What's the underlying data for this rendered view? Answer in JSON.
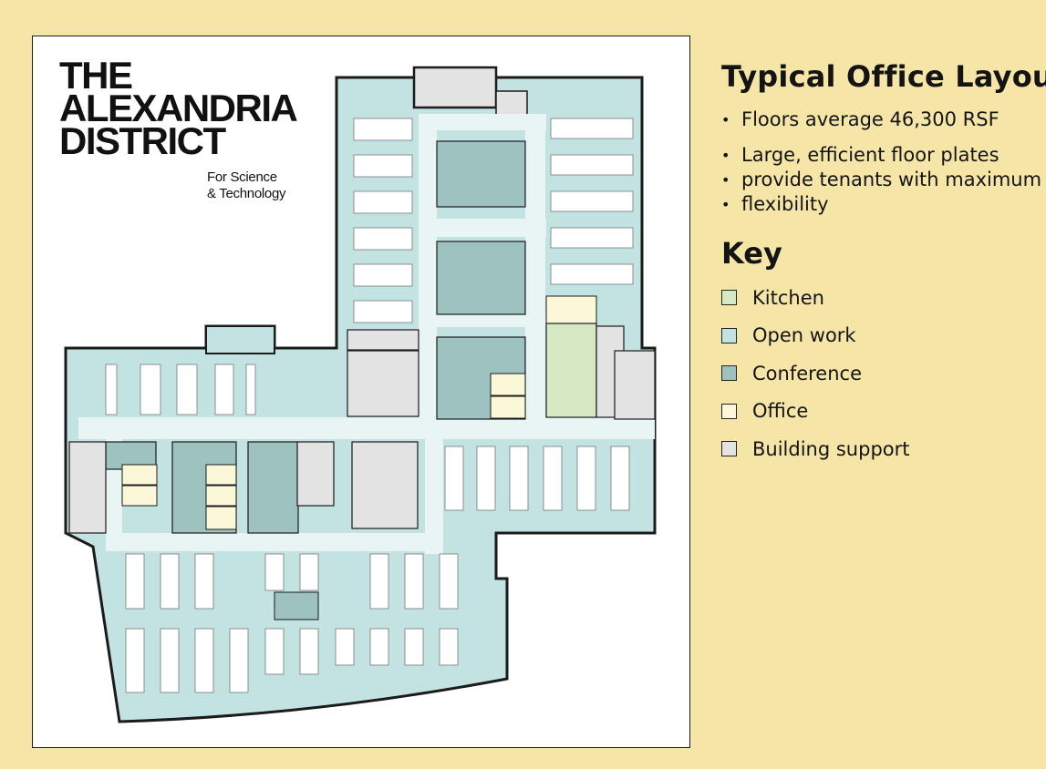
{
  "logo": {
    "line1": "THE",
    "line2": "ALEXANDRIA",
    "line3": "DISTRICT",
    "tagline1": "For Science",
    "tagline2": "& Technology"
  },
  "info": {
    "title": "Typical Office Layout",
    "bullets": [
      {
        "text": "Floors average 46,300 RSF"
      },
      {
        "text": "Large, efficient floor plates"
      },
      {
        "text": "provide tenants with maximum"
      },
      {
        "text": "flexibility"
      }
    ]
  },
  "key": {
    "title": "Key",
    "items": [
      {
        "label": "Kitchen",
        "color": "#d6e8c4"
      },
      {
        "label": "Open work",
        "color": "#c3e3e3"
      },
      {
        "label": "Conference",
        "color": "#9ec2bf"
      },
      {
        "label": "Office",
        "color": "#fbf8d9"
      },
      {
        "label": "Building support",
        "color": "#e3e3e3"
      }
    ]
  }
}
